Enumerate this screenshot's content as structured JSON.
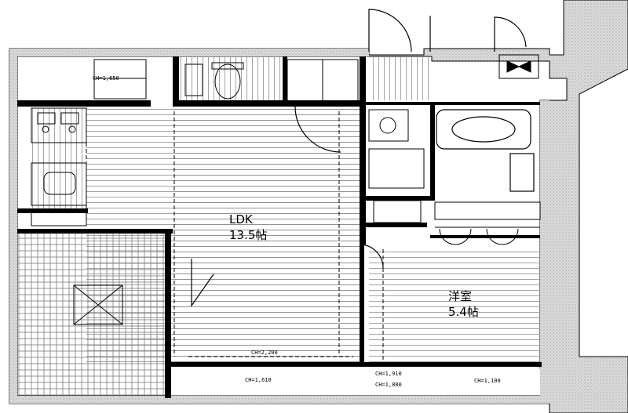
{
  "rooms": {
    "ldk": {
      "name": "LDK",
      "size": "13.5帖"
    },
    "western": {
      "name": "洋室",
      "size": "5.4帖"
    }
  },
  "dimension_notes": {
    "ch_top_left": "CH=1,650",
    "ch_ldk_bottom": "CH=1,610",
    "ch_ldk_beam": "CH=2,200",
    "ch_western_1": "CH=1,910",
    "ch_western_2": "CH=1,880",
    "ch_western_3": "CH=1,100"
  },
  "colors": {
    "wall": "#d9d9d9",
    "line": "#000000",
    "floor_line": "#9a9a9a"
  }
}
